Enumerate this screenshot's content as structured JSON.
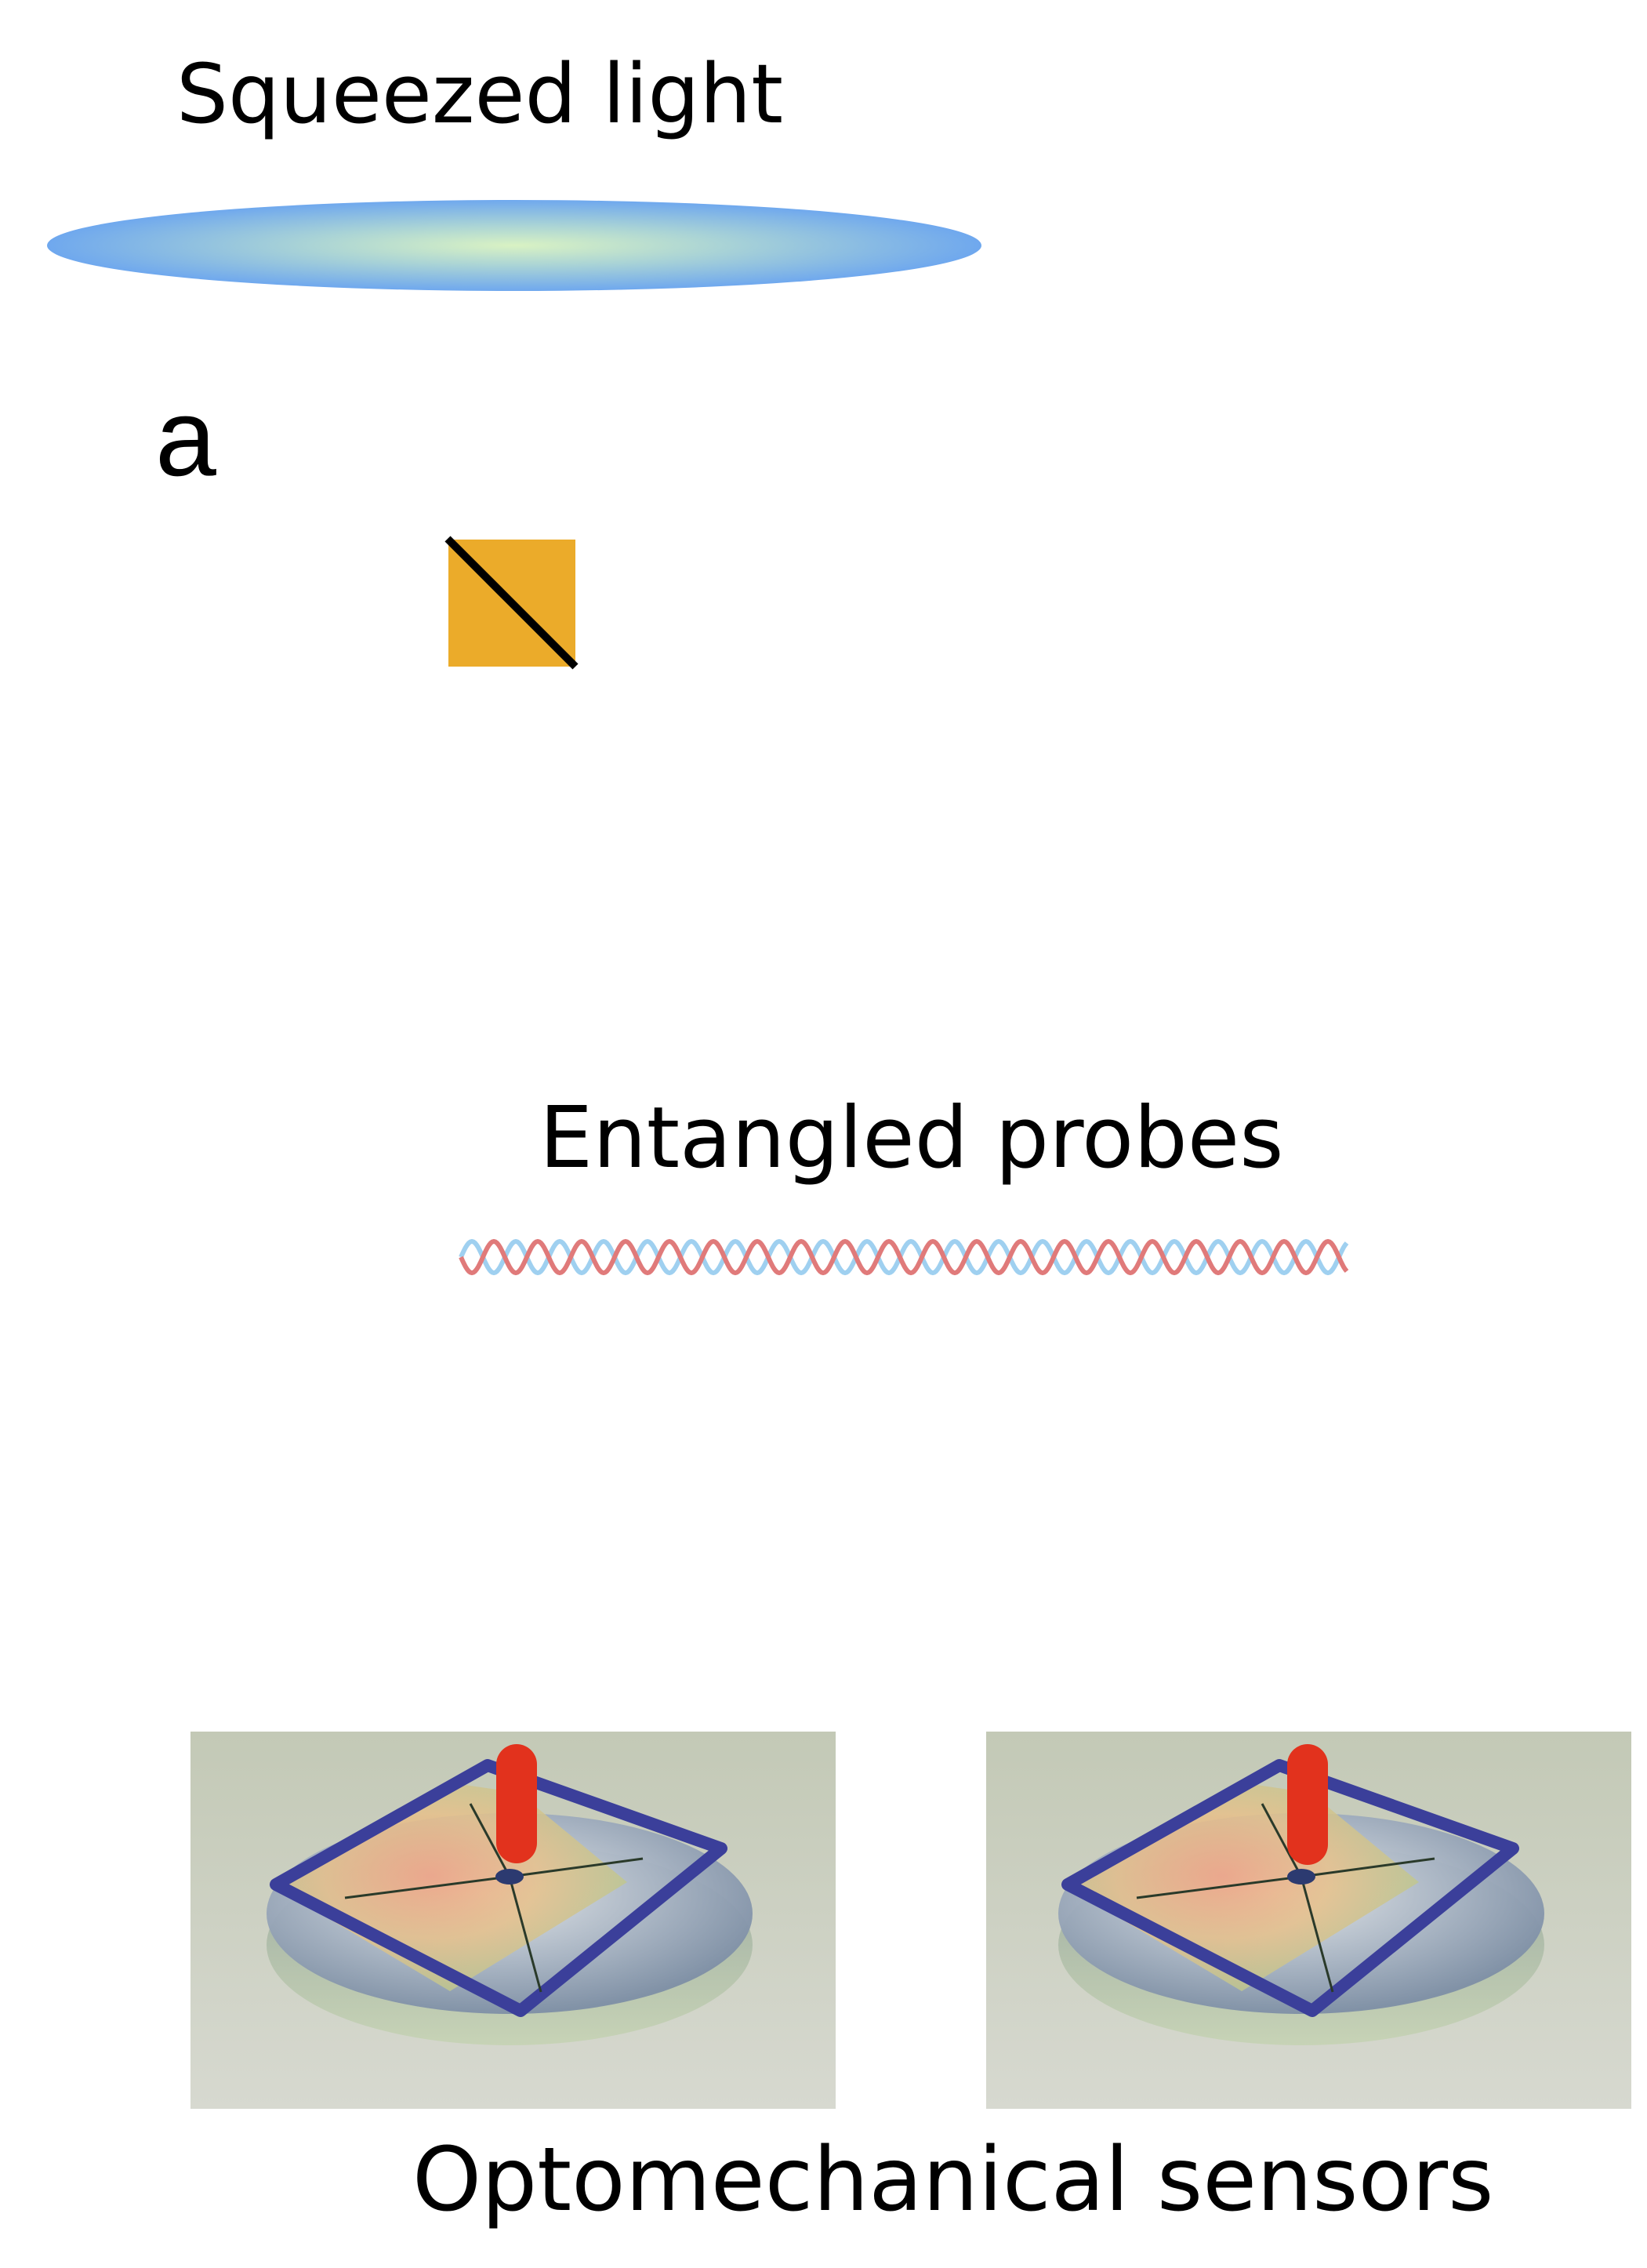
{
  "labels": {
    "squeezed_light": "Squeezed light",
    "panel_letter": "a",
    "entangled_probes": "Entangled probes",
    "optomechanical_sensors": "Optomechanical sensors"
  },
  "colors": {
    "beam_red": "#e03a24",
    "beam_violet": "#c99be3",
    "beamsplitter": "#ebab2a",
    "squeezed_blue": "#6fa8ee",
    "squeezed_center": "#d6f0c0",
    "wave_red": "#e07a7a",
    "wave_blue": "#9fd0f0",
    "sensor_frame": "#3b3f9a",
    "sensor_background": "#c9cdbd"
  },
  "sensor_count": 2
}
